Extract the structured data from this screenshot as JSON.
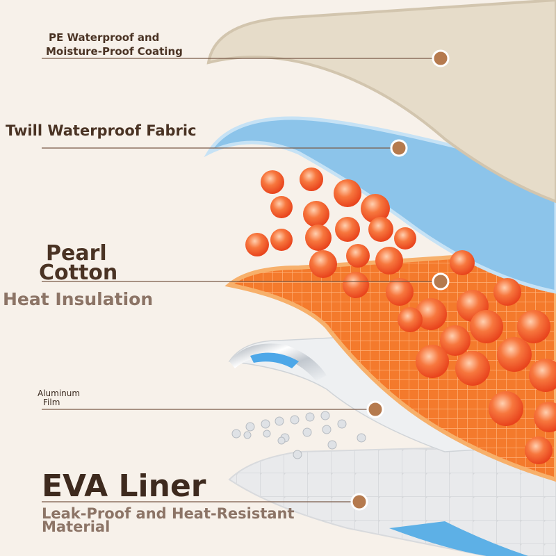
{
  "layers": [
    {
      "id": "pe",
      "label_lines": [
        "PE Waterproof and",
        "Moisture-Proof Coating"
      ],
      "subtitle_lines": []
    },
    {
      "id": "twill",
      "label_lines": [
        "Twill Waterproof Fabric"
      ],
      "subtitle_lines": []
    },
    {
      "id": "pearl",
      "label_lines": [
        "Pearl",
        "Cotton"
      ],
      "subtitle_lines": [
        "Heat Insulation"
      ]
    },
    {
      "id": "aluminum",
      "label_lines": [
        "Aluminum",
        "Film"
      ],
      "subtitle_lines": []
    },
    {
      "id": "eva",
      "label_lines": [
        "EVA Liner"
      ],
      "subtitle_lines": [
        "Leak-Proof and Heat-Resistant",
        "Material"
      ]
    }
  ],
  "colors": {
    "background": "#f7f1ea",
    "pe_layer": "#e6dcc9",
    "twill_layer": "#8cc4ea",
    "pearl_layer": "#f47a2c",
    "aluminum_layer": "#eceeef",
    "eva_layer": "#e9eaec",
    "marker_dot": "#b57a4e",
    "leader_line": "#7a5a48",
    "heat_ball": "#f25f2e"
  }
}
